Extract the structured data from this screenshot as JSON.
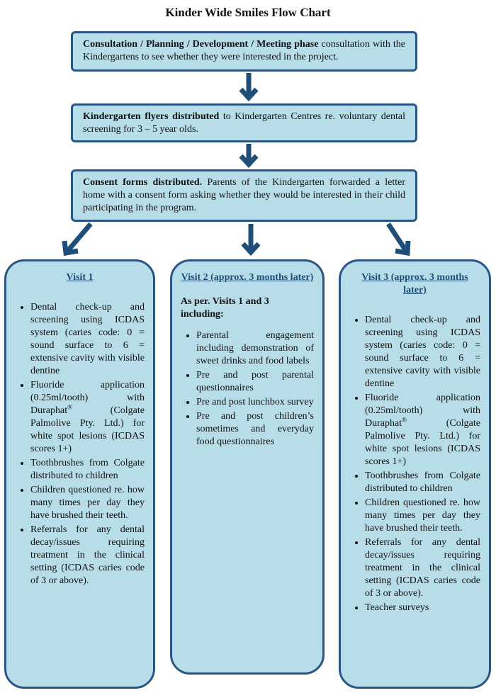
{
  "title": "Kinder Wide Smiles Flow Chart",
  "box1": {
    "bold": "Consultation / Planning / Development / Meeting phase",
    "text": " consultation with the Kindergartens to see whether they were interested in the project."
  },
  "box2": {
    "bold": "Kindergarten flyers distributed",
    "text": " to  Kindergarten Centres re. voluntary dental screening for 3 – 5 year olds."
  },
  "box3": {
    "bold": "Consent forms distributed.",
    "text": "  Parents of the Kindergarten forwarded a letter home with a consent form asking whether they would be interested in their child participating in the program."
  },
  "visit1": {
    "title": "Visit 1",
    "items": [
      "Dental check-up and screening using ICDAS system (caries code: 0 = sound surface to 6 = extensive cavity with visible dentine",
      "Toothbrushes from Colgate distributed to children",
      "Children questioned re. how many times per day they have brushed their teeth.",
      "Referrals for any dental decay/issues requiring treatment in the clinical setting (ICDAS caries code of 3 or above)."
    ],
    "fluoride_a": "Fluoride application (0.25ml/tooth) with Duraphat",
    "fluoride_b": " (Colgate Palmolive Pty. Ltd.) for white spot lesions (ICDAS scores 1+)"
  },
  "visit2": {
    "title": "Visit 2 (approx. 3 months later)",
    "intro": "As per. Visits 1  and  3 including:",
    "items": [
      "Parental engagement including demonstration of sweet drinks and food labels",
      "Pre and post parental questionnaires",
      "Pre and post lunchbox survey",
      "Pre and post children’s sometimes and everyday food questionnaires"
    ]
  },
  "visit3": {
    "title": "Visit 3 (approx. 3 months later)",
    "items": [
      "Dental check-up and screening using ICDAS system (caries code: 0 = sound surface to 6 = extensive cavity with visible dentine",
      "Toothbrushes from Colgate distributed to children",
      "Children questioned re. how many times per day they have brushed their teeth.",
      "Referrals for any dental decay/issues requiring treatment in the clinical setting (ICDAS caries code of 3 or above).",
      "Teacher surveys"
    ],
    "fluoride_a": "Fluoride application (0.25ml/tooth) with Duraphat",
    "fluoride_b": " (Colgate Palmolive Pty. Ltd.) for white spot lesions (ICDAS scores 1+)"
  },
  "registered_mark": "®",
  "colors": {
    "fill": "#b6dde8",
    "border": "#2a5686",
    "arrow": "#1f4e79"
  }
}
